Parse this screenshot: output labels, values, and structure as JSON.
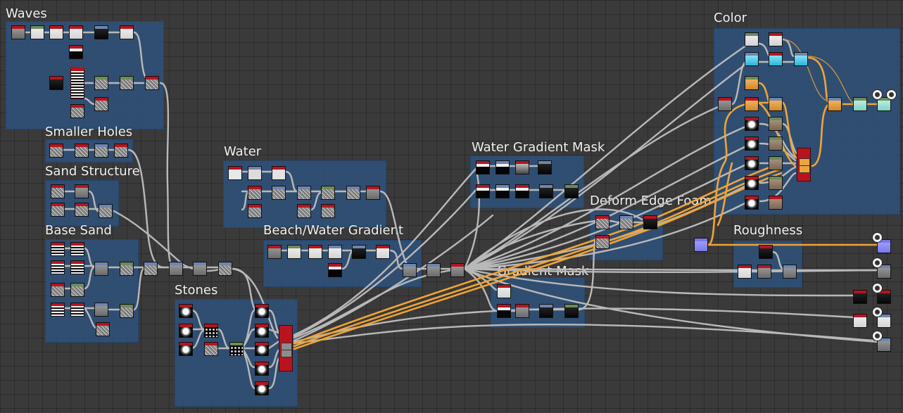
{
  "frames": [
    {
      "id": "waves",
      "title": "Waves"
    },
    {
      "id": "smaller_holes",
      "title": "Smaller Holes"
    },
    {
      "id": "sand_structure",
      "title": "Sand Structure"
    },
    {
      "id": "base_sand",
      "title": "Base Sand"
    },
    {
      "id": "water",
      "title": "Water"
    },
    {
      "id": "beach_water_gradient",
      "title": "Beach/Water Gradient"
    },
    {
      "id": "stones",
      "title": "Stones"
    },
    {
      "id": "water_gradient_mask",
      "title": "Water Gradient Mask"
    },
    {
      "id": "deform_edge_foam",
      "title": "Deform Edge Foam"
    },
    {
      "id": "gradient_mask",
      "title": "Gradient Mask"
    },
    {
      "id": "color",
      "title": "Color"
    },
    {
      "id": "roughness",
      "title": "Roughness"
    }
  ],
  "colors": {
    "canvas_background": "#3a3a3a",
    "frame_fill": "#2e5482",
    "node_header_red": "#b5151f",
    "node_header_green": "#6a8c5a",
    "node_header_blue": "#6f85b0",
    "wire_grey": "#b9b9b9",
    "wire_orange": "#f0a436"
  },
  "icons": {
    "output_node": "output-sphere-icon"
  }
}
